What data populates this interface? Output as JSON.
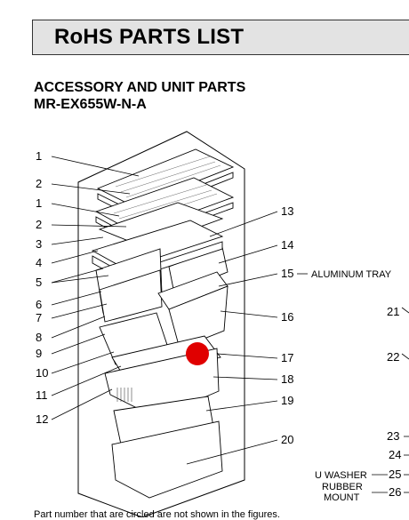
{
  "header": {
    "title": "RoHS PARTS LIST"
  },
  "section": {
    "title": "ACCESSORY AND UNIT PARTS",
    "model": "MR-EX655W-N-A"
  },
  "callouts_left": [
    "1",
    "2",
    "1",
    "2",
    "3",
    "4",
    "5",
    "6",
    "7",
    "8",
    "9",
    "10",
    "11",
    "12"
  ],
  "callouts_right": [
    "13",
    "14",
    "15",
    "16",
    "17",
    "18",
    "19",
    "20"
  ],
  "callouts_far_right": [
    "21",
    "22",
    "23",
    "24",
    "25",
    "26"
  ],
  "labels": {
    "aluminum_tray": "ALUMINUM TRAY",
    "u_washer": "U WASHER",
    "rubber_mount_1": "RUBBER",
    "rubber_mount_2": "MOUNT"
  },
  "marker_color": "#e00000",
  "footnote": "Part number that are circled are not shown in the figures."
}
